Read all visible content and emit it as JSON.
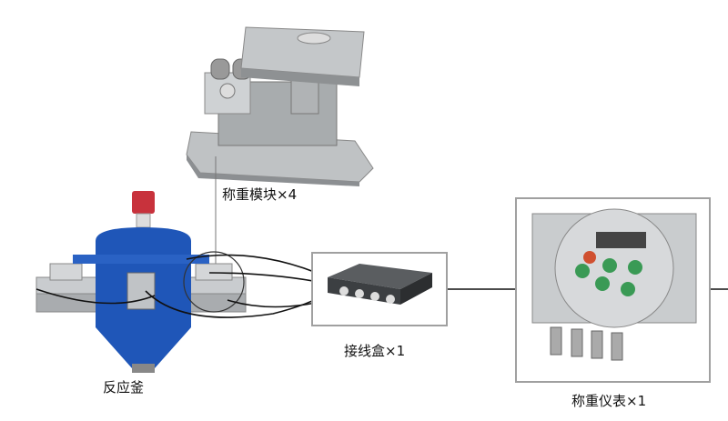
{
  "labels": {
    "weighing_module": "称重模块×4",
    "junction_box": "接线盒×1",
    "reactor": "反应釜",
    "indicator": "称重仪表×1"
  },
  "colors": {
    "tank_blue": "#1f56b8",
    "cap_red": "#c8323c",
    "frame_gray": "#a0a0a0",
    "button_green": "#3a9a55",
    "button_red": "#d05030"
  }
}
